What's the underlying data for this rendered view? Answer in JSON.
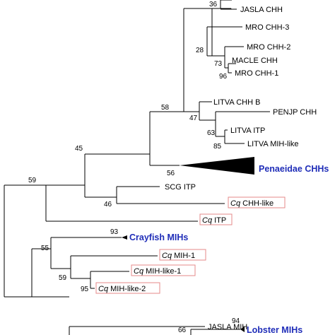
{
  "taxa": {
    "jasla_chh": "JASLA CHH",
    "mro_chh3": "MRO CHH-3",
    "mro_chh2": "MRO CHH-2",
    "macle_chh": "MACLE CHH",
    "mro_chh1": "MRO CHH-1",
    "litva_chhb": "LITVA CHH B",
    "penjp_chh": "PENJP CHH",
    "litva_itp": "LITVA ITP",
    "litva_mih_like": "LITVA MIH-like",
    "penaeidae": "Penaeidae CHHs",
    "scg_itp": "SCG ITP",
    "cq_chh_like": {
      "prefix": "Cq",
      "text": " CHH-like"
    },
    "cq_itp": {
      "prefix": "Cq",
      "text": " ITP"
    },
    "crayfish": "Crayfish MIHs",
    "cq_mih1": {
      "prefix": "Cq",
      "text": " MIH-1"
    },
    "cq_mih_like1": {
      "prefix": "Cq",
      "text": " MIH-like-1"
    },
    "cq_mih_like2": {
      "prefix": "Cq",
      "text": " MIH-like-2"
    },
    "jasla_mih": "JASLA MIH",
    "lobster": "Lobster MIHs"
  },
  "bootstrap": {
    "b36": "36",
    "b28": "28",
    "b73": "73",
    "b96": "96",
    "b58": "58",
    "b47": "47",
    "b63": "63",
    "b85": "85",
    "b45": "45",
    "b56": "56",
    "b46": "46",
    "b59a": "59",
    "b93": "93",
    "b55": "55",
    "b59b": "59",
    "b95": "95",
    "b66": "66",
    "b94": "94"
  },
  "colors": {
    "clade_label": "#1f2db8",
    "highlight_box": "#e58a8a"
  }
}
